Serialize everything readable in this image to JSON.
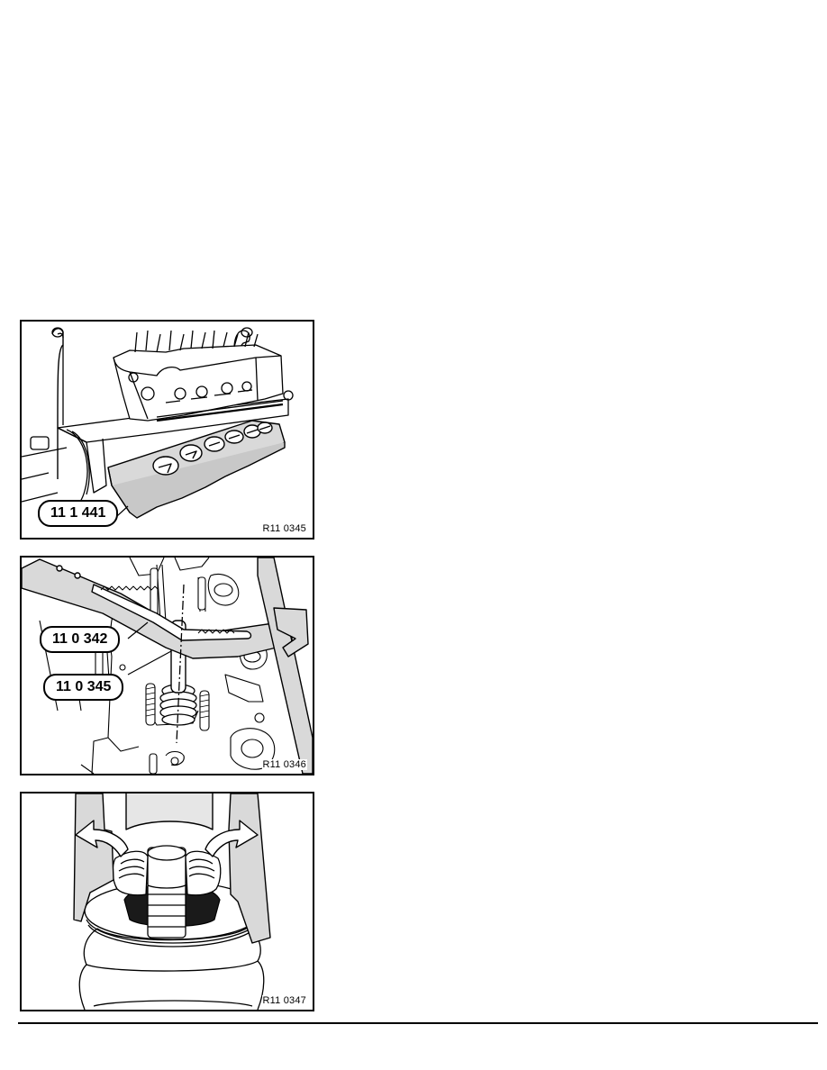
{
  "page": {
    "background": "#ffffff"
  },
  "figures": [
    {
      "ref_code": "R11 0345",
      "callouts": [
        {
          "label": "11 1 441"
        }
      ],
      "subject": "cylinder head mounted on assembly stand with valve-support plate tool"
    },
    {
      "ref_code": "R11 0346",
      "callouts": [
        {
          "label": "11 0 342"
        },
        {
          "label": "11 0 345"
        }
      ],
      "subject": "valve spring compressor lever and pressure piece on cylinder head"
    },
    {
      "ref_code": "R11 0347",
      "callouts": [],
      "subject": "removing valve keepers (collets) from valve stem, arrows indicating outward motion"
    }
  ],
  "colors": {
    "line": "#000000",
    "fill_gray": "#d9d9d9",
    "fill_dark": "#1a1a1a"
  }
}
